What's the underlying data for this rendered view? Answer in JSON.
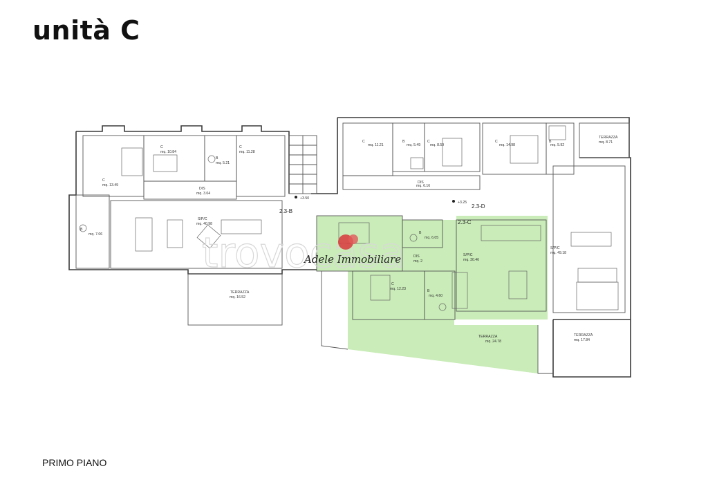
{
  "title": "unità C",
  "floor_label": "PRIMO PIANO",
  "colors": {
    "highlight": "#c9ecb8",
    "walls": "#3a3a3a",
    "logo_red": "#d83a3a"
  },
  "tags": {
    "b": "2.3-B",
    "c": "2.3-C",
    "d": "2.3-D"
  },
  "levels": {
    "left": "+3.50",
    "right": "+3.25"
  },
  "watermark": "trovocasa",
  "signature": "Adele Immobiliare",
  "rooms": {
    "c1": {
      "name": "C",
      "area": "mq. 13.49"
    },
    "c2": {
      "name": "C",
      "area": "mq. 10.84"
    },
    "b1": {
      "name": "B",
      "area": "mq. 5.21"
    },
    "c3": {
      "name": "C",
      "area": "mq. 11.28"
    },
    "dis1": {
      "name": "DIS",
      "area": "mq. 3.04"
    },
    "b2": {
      "name": "B",
      "area": "mq. 7.06"
    },
    "soggiorno1": {
      "name": "S/P/C",
      "area": "mq. 40.98"
    },
    "terrazza1": {
      "name": "TERRAZZA",
      "area": "mq. 16.52"
    },
    "c4": {
      "name": "C",
      "area": "mq. 11.21"
    },
    "b3": {
      "name": "B",
      "area": "mq. 5.49"
    },
    "c5": {
      "name": "C",
      "area": "mq. 8.59"
    },
    "c6": {
      "name": "C",
      "area": "mq. 14.98"
    },
    "b4": {
      "name": "B",
      "area": "mq. 5.92"
    },
    "terrazza2": {
      "name": "TERRAZZA",
      "area": "mq. 8.71"
    },
    "dis2": {
      "name": "DIS",
      "area": "mq. 6.16"
    },
    "b5": {
      "name": "B",
      "area": "mq. 6.05"
    },
    "dis3": {
      "name": "DIS",
      "area": "mq. 2"
    },
    "soggiorno2": {
      "name": "S/P/C",
      "area": "mq. 30.46"
    },
    "c7": {
      "name": "C",
      "area": "mq. 12.23"
    },
    "b6": {
      "name": "B",
      "area": "mq. 4.60"
    },
    "soggiorno3": {
      "name": "S/P/C",
      "area": "mq. 49.18"
    },
    "terrazza3": {
      "name": "TERRAZZA",
      "area": "mq. 24.78"
    },
    "terrazza4": {
      "name": "TERRAZZA",
      "area": "mq. 17.84"
    }
  }
}
